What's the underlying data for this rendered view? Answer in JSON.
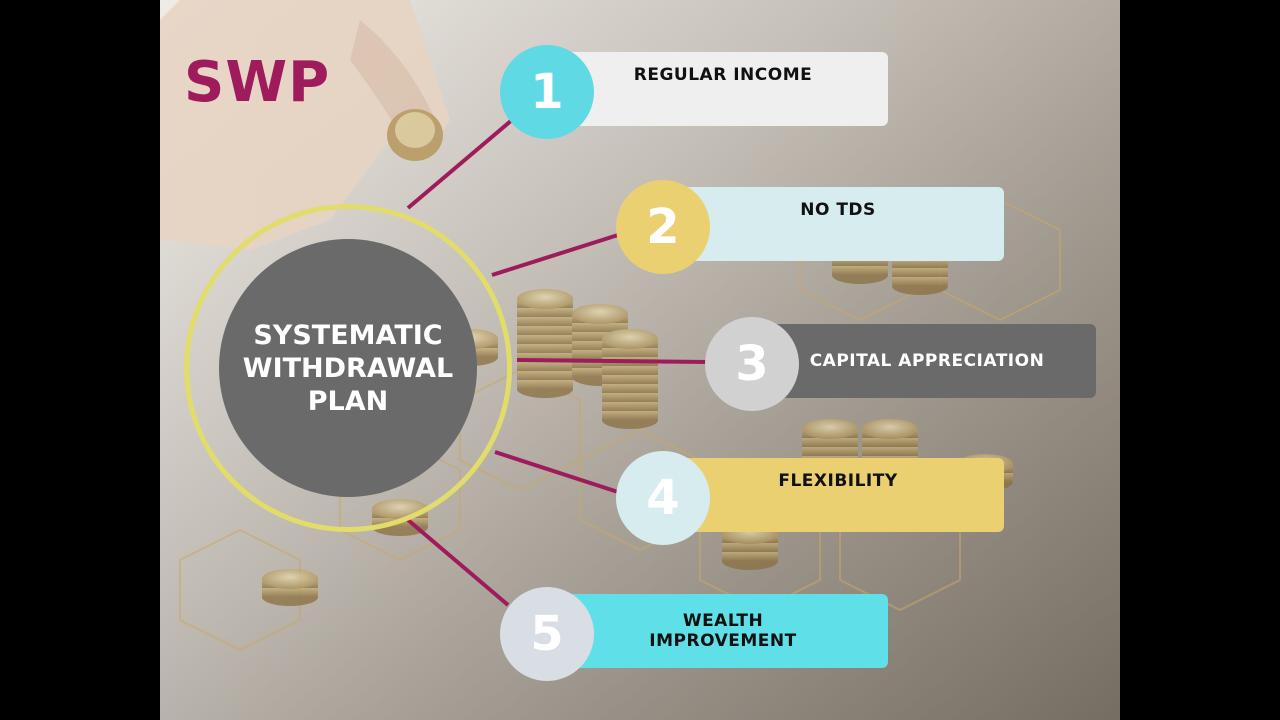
{
  "title": "SWP",
  "center": {
    "lines": [
      "SYSTEMATIC",
      "WITHDRAWAL",
      "PLAN"
    ]
  },
  "items": [
    {
      "number": "1",
      "label": "REGULAR INCOME",
      "bar_color": "#efefef",
      "circle_color": "#5fd9e3",
      "line_color": "#9e1b5c"
    },
    {
      "number": "2",
      "label": "NO TDS",
      "bar_color": "#d6ecef",
      "circle_color": "#ead071",
      "line_color": "#9e1b5c"
    },
    {
      "number": "3",
      "label": "CAPITAL APPRECIATION",
      "bar_color": "#6a6a6a",
      "circle_color": "#d1d1d1",
      "line_color": "#9e1b5c"
    },
    {
      "number": "4",
      "label": "FLEXIBILITY",
      "bar_color": "#ead071",
      "circle_color": "#d6ecef",
      "line_color": "#9e1b5c"
    },
    {
      "number": "5",
      "label": "WEALTH IMPROVEMENT",
      "bar_color": "#5fe0e8",
      "circle_color": "#d9dde4",
      "line_color": "#9e1b5c"
    }
  ]
}
